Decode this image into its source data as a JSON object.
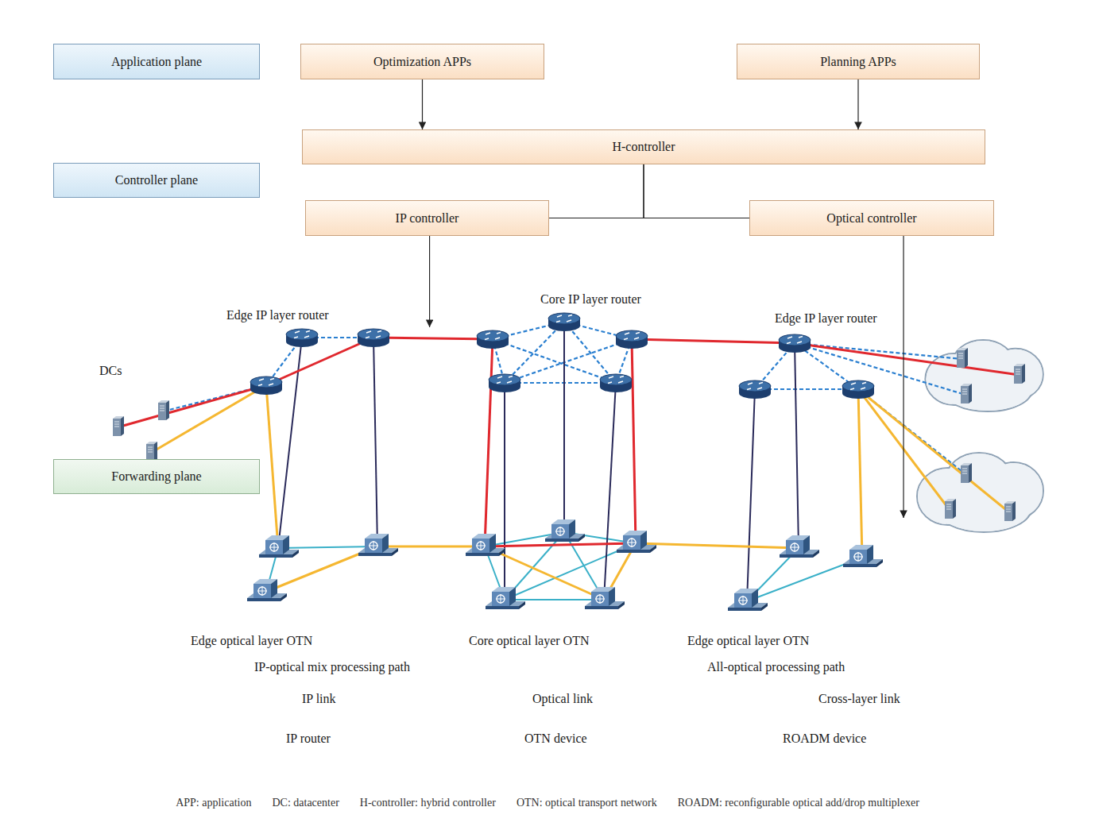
{
  "diagram": {
    "nodes": [
      {
        "text": [
          "Application plane"
        ]
      },
      {
        "text": [
          "Optimization APPs"
        ]
      },
      {
        "text": [
          "Planning APPs"
        ]
      },
      {
        "text": [
          "Controller plane"
        ]
      },
      {
        "text": [
          "H-controller"
        ]
      },
      {
        "text": [
          "IP controller"
        ]
      },
      {
        "text": [
          "Optical controller"
        ]
      },
      {
        "text": [
          "Forwarding plane"
        ]
      },
      {
        "text": [
          "Edge IP layer router"
        ]
      },
      {
        "text": [
          "Core IP layer router"
        ]
      },
      {
        "text": [
          "Edge IP layer router"
        ]
      },
      {
        "text": [
          "DCs"
        ]
      },
      {
        "text": [
          "Edge optical layer OTN"
        ]
      },
      {
        "text": [
          "Core optical layer OTN"
        ]
      },
      {
        "text": [
          "Edge optical layer OTN"
        ]
      }
    ],
    "edges": [
      {
        "from": 1,
        "to": 4,
        "arrow": "to"
      },
      {
        "from": 2,
        "to": 4,
        "arrow": "to"
      },
      {
        "from": 4,
        "to": 5,
        "arrow": "none"
      },
      {
        "from": 4,
        "to": 6,
        "arrow": "none"
      },
      {
        "from": 5,
        "to": 8,
        "arrow": "to"
      },
      {
        "from": 6,
        "to": 14,
        "arrow": "to"
      }
    ],
    "labels": [
      "APP: application",
      "DC: datacenter",
      "H-controller: hybrid controller",
      "OTN: optical transport network",
      "ROADM: reconfigurable optical add/drop multiplexer"
    ],
    "legend": [
      {
        "text": "IP-optical mix processing path"
      },
      {
        "text": "All-optical processing path"
      },
      {
        "text": "IP link"
      },
      {
        "text": "Optical link"
      },
      {
        "text": "Cross-layer link"
      },
      {
        "text": "IP router"
      },
      {
        "text": "OTN device"
      },
      {
        "text": "ROADM device"
      }
    ]
  }
}
